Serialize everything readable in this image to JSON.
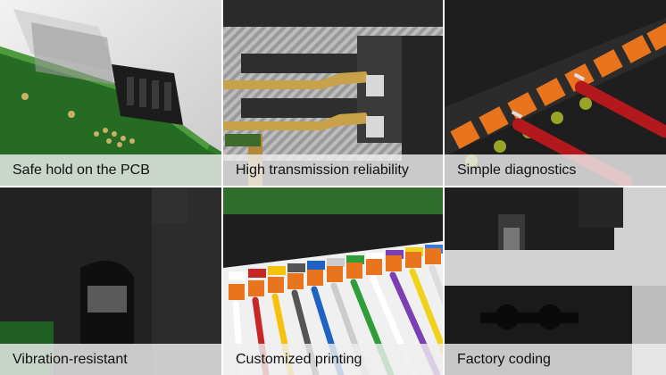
{
  "tiles": [
    {
      "caption": "Safe hold on the PCB"
    },
    {
      "caption": "High transmission reliability"
    },
    {
      "caption": "Simple diagnostics"
    },
    {
      "caption": "Vibration-resistant"
    },
    {
      "caption": "Customized printing"
    },
    {
      "caption": "Factory coding"
    }
  ],
  "colors": {
    "pcb_green": "#2f7d2a",
    "connector_black": "#1c1c1c",
    "clamp_orange": "#e8741e",
    "probe_red": "#b3181c",
    "caption_bg": "#eeeeee"
  }
}
